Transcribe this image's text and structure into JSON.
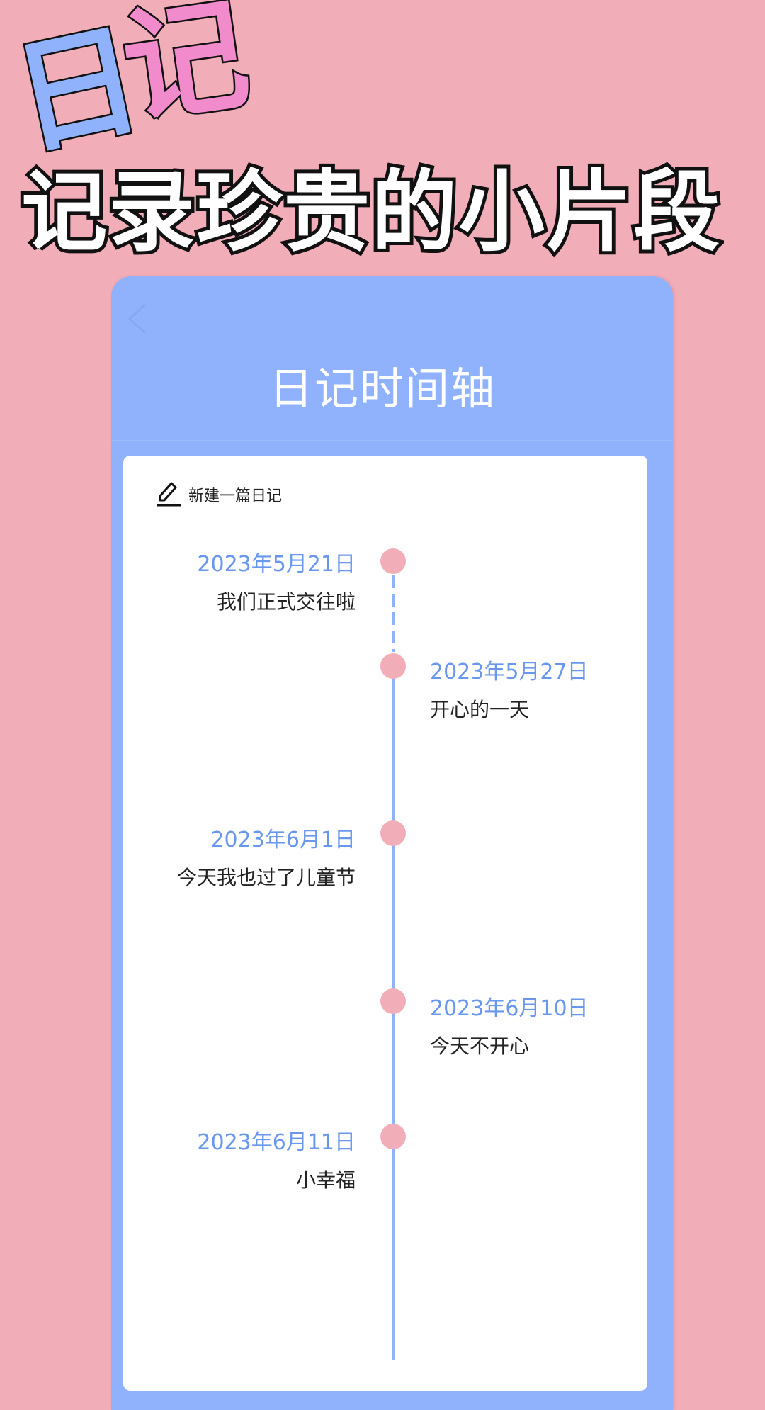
{
  "promo": {
    "logo_char_1": "日",
    "logo_char_2": "记",
    "slogan": "记录珍贵的小片段"
  },
  "colors": {
    "background": "#F2AEB8",
    "accent_blue": "#90B2FC",
    "date_blue": "#6A97EE",
    "dot_pink": "#F2AEB8",
    "logo_pink": "#F28BCB"
  },
  "app": {
    "header": {
      "back_icon": "chevron-left-icon",
      "title": "日记时间轴"
    },
    "new_diary": {
      "icon": "edit-pencil-icon",
      "label": "新建一篇日记"
    },
    "timeline": [
      {
        "date": "2023年5月21日",
        "text": "我们正式交往啦",
        "side": "left"
      },
      {
        "date": "2023年5月27日",
        "text": "开心的一天",
        "side": "right"
      },
      {
        "date": "2023年6月1日",
        "text": "今天我也过了儿童节",
        "side": "left"
      },
      {
        "date": "2023年6月10日",
        "text": "今天不开心",
        "side": "right"
      },
      {
        "date": "2023年6月11日",
        "text": "小幸福",
        "side": "left"
      }
    ]
  }
}
